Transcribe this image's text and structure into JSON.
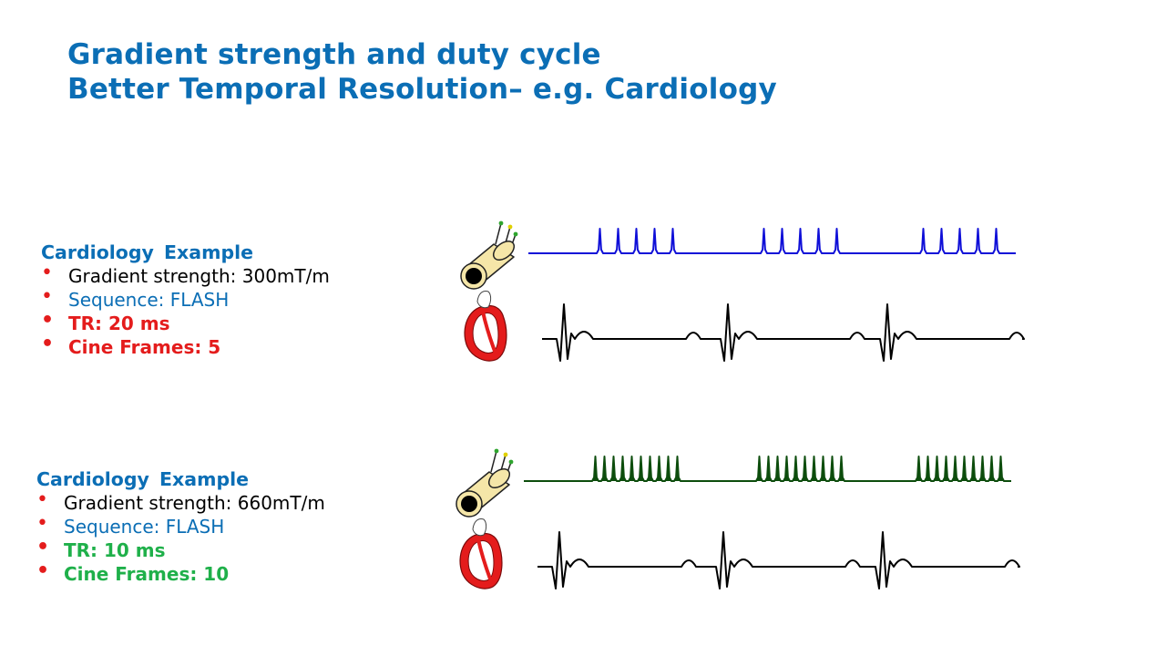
{
  "title": {
    "line1": "Gradient strength and duty cycle",
    "line2": "Better Temporal Resolution– e.g. Cardiology"
  },
  "examples": [
    {
      "heading": "Cardiology Example",
      "gradient": "Gradient strength: 300mT/m",
      "sequence": "Sequence: FLASH",
      "tr": "TR: 20 ms",
      "cine": "Cine Frames: 5",
      "pulses_per_beat": 5,
      "pulse_color": "#1010d8",
      "highlight_color": "#e41c1c"
    },
    {
      "heading": "Cardiology Example",
      "gradient": "Gradient strength: 660mT/m",
      "sequence": "Sequence: FLASH",
      "tr": "TR: 10 ms",
      "cine": "Cine Frames: 10",
      "pulses_per_beat": 10,
      "pulse_color": "#0d4d0d",
      "highlight_color": "#1fb04a"
    }
  ],
  "icons": {
    "coil": "gradient-coil-icon",
    "heart": "heart-icon"
  },
  "ecg_color": "#000000",
  "heart_color": "#e41c1c"
}
